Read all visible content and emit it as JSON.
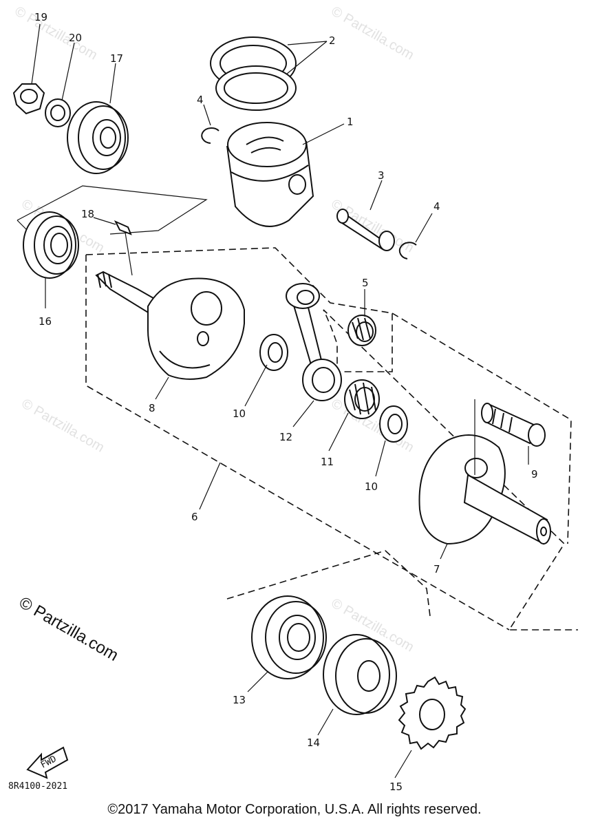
{
  "diagram": {
    "callouts": [
      {
        "label": "1"
      },
      {
        "label": "2"
      },
      {
        "label": "3"
      },
      {
        "label": "4"
      },
      {
        "label": "4"
      },
      {
        "label": "5"
      },
      {
        "label": "6"
      },
      {
        "label": "7"
      },
      {
        "label": "8"
      },
      {
        "label": "9"
      },
      {
        "label": "10"
      },
      {
        "label": "10"
      },
      {
        "label": "11"
      },
      {
        "label": "12"
      },
      {
        "label": "13"
      },
      {
        "label": "14"
      },
      {
        "label": "15"
      },
      {
        "label": "16"
      },
      {
        "label": "17"
      },
      {
        "label": "18"
      },
      {
        "label": "19"
      },
      {
        "label": "20"
      }
    ],
    "watermark_small": "© Partzilla.com",
    "watermark_large": "© Partzilla.com",
    "fwd_label": "FWD",
    "diagram_code": "8R4100-2021"
  },
  "footer": {
    "copyright": "©2017  Yamaha Motor Corporation, U.S.A. All rights reserved."
  }
}
